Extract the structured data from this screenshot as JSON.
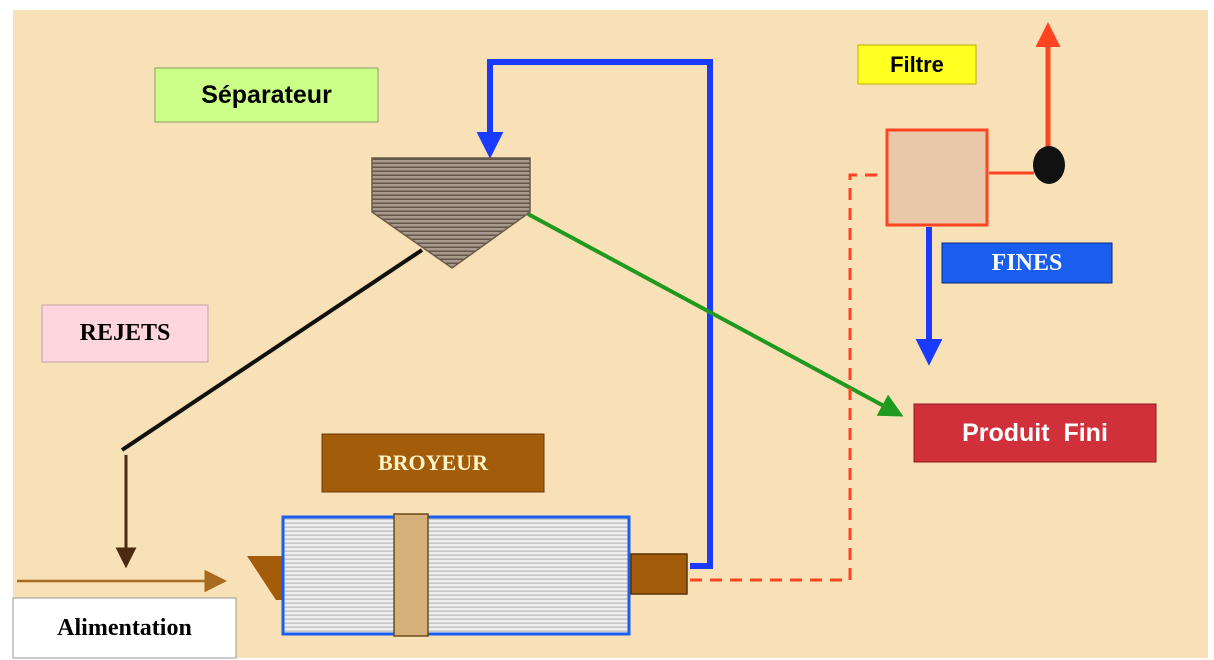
{
  "labels": {
    "separateur": "Séparateur",
    "filtre": "Filtre",
    "fines": "FINES",
    "rejets": "REJETS",
    "broyeur": "BROYEUR",
    "produit_fini": "Produit  Fini",
    "alimentation": "Alimentation"
  },
  "colors": {
    "background": "#f9e1b7",
    "separateur_box": "#ccff88",
    "filtre_box": "#ffff22",
    "fines_box": "#1a5ef0",
    "rejets_box": "#ffd6de",
    "broyeur_box": "#a35c0a",
    "produit_box": "#d0303a",
    "alimentation_box": "#ffffff",
    "recycle_line": "#1a3bff",
    "product_line": "#1f9a1f",
    "reject_line": "#111111",
    "feed_line": "#a86a1e",
    "filter_line": "#ff4422",
    "fines_line": "#1a3bff"
  },
  "icons": [
    "separator-hopper",
    "mill-drum",
    "filter-unit",
    "fan-dot"
  ]
}
